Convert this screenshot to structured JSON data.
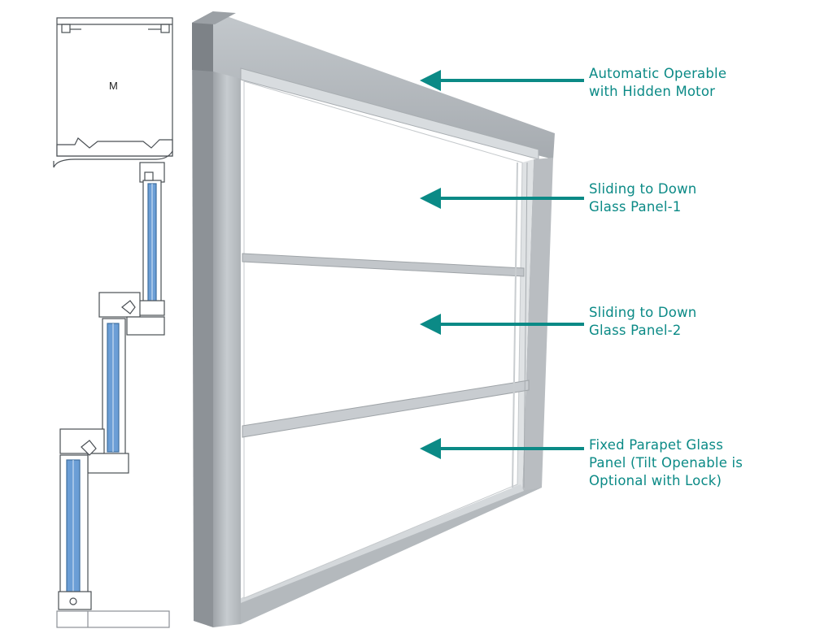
{
  "section_view": {
    "motor_label": "M"
  },
  "callouts": [
    {
      "lines": [
        "Automatic Operable",
        "with Hidden Motor"
      ]
    },
    {
      "lines": [
        "Sliding to Down",
        "Glass Panel-1"
      ]
    },
    {
      "lines": [
        "Sliding to Down",
        "Glass Panel-2"
      ]
    },
    {
      "lines": [
        "Fixed Parapet Glass",
        "Panel (Tilt Openable is",
        "Optional with Lock)"
      ]
    }
  ],
  "colors": {
    "accent_teal": "#0b8a86",
    "frame_grey": "#b7bcc0",
    "glass_blue": "#6b9ed6"
  }
}
